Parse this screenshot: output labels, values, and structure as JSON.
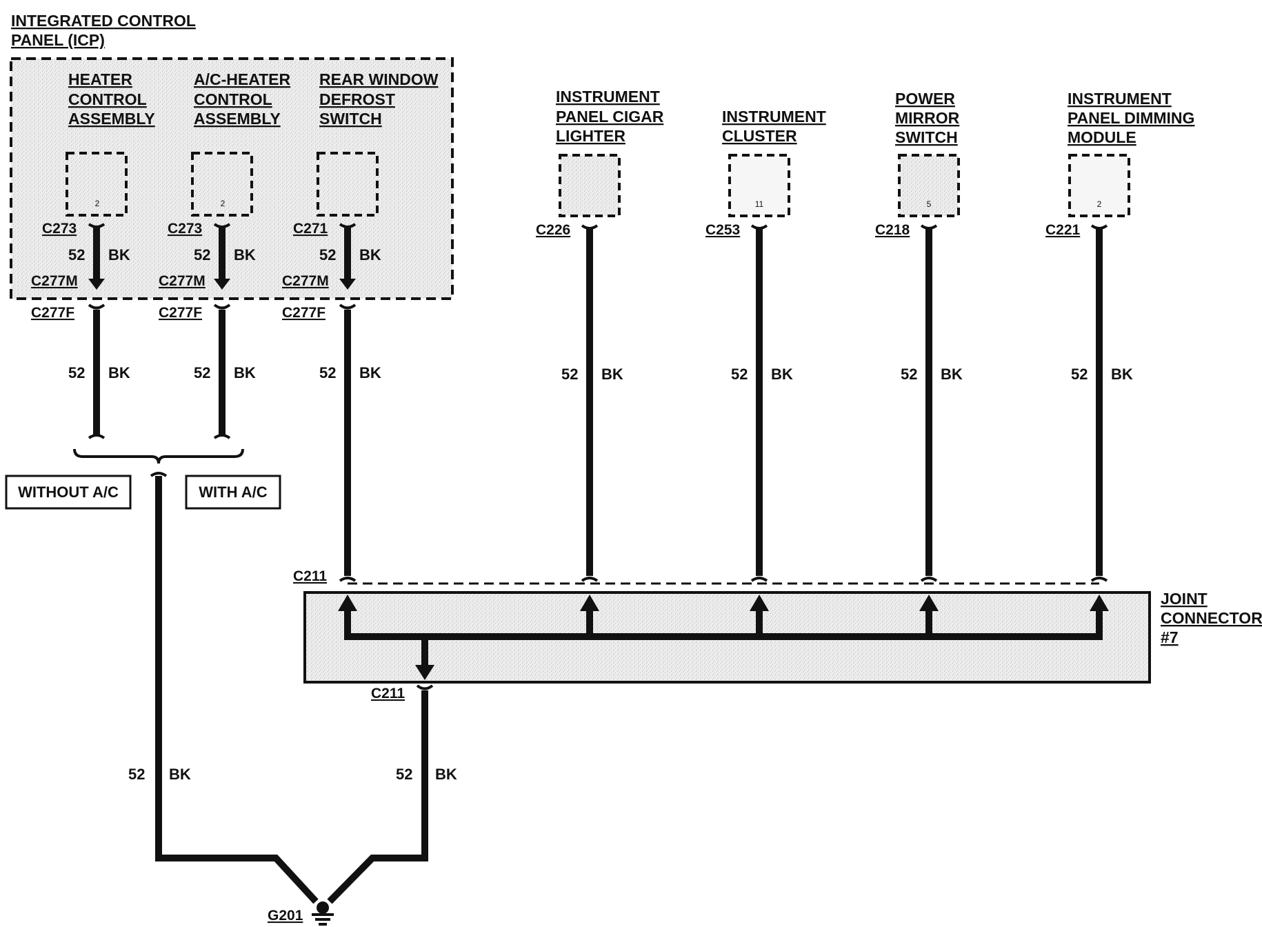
{
  "icp": {
    "title_line1": "INTEGRATED CONTROL",
    "title_line2": "PANEL (ICP)"
  },
  "components": {
    "heater_control": {
      "line1": "HEATER",
      "line2": "CONTROL",
      "line3": "ASSEMBLY",
      "pin": "2",
      "connector": "C273"
    },
    "ac_heater_control": {
      "line1": "A/C-HEATER",
      "line2": "CONTROL",
      "line3": "ASSEMBLY",
      "pin": "2",
      "connector": "C273"
    },
    "rear_defrost": {
      "line1": "REAR WINDOW",
      "line2": "DEFROST",
      "line3": "SWITCH",
      "pin": "",
      "connector": "C271"
    },
    "cigar_lighter": {
      "line1": "INSTRUMENT",
      "line2": "PANEL CIGAR",
      "line3": "LIGHTER",
      "pin": "",
      "connector": "C226"
    },
    "instrument_cluster": {
      "line1": "INSTRUMENT",
      "line2": "CLUSTER",
      "pin": "11",
      "connector": "C253"
    },
    "power_mirror": {
      "line1": "POWER",
      "line2": "MIRROR",
      "line3": "SWITCH",
      "pin": "5",
      "connector": "C218"
    },
    "dimming_module": {
      "line1": "INSTRUMENT",
      "line2": "PANEL DIMMING",
      "line3": "MODULE",
      "pin": "2",
      "connector": "C221"
    }
  },
  "wire": {
    "circuit": "52",
    "color": "BK"
  },
  "connectors": {
    "c277m": "C277M",
    "c277f": "C277F",
    "c211": "C211",
    "g201": "G201"
  },
  "options": {
    "without_ac": "WITHOUT A/C",
    "with_ac": "WITH A/C"
  },
  "joint_connector": {
    "line1": "JOINT",
    "line2": "CONNECTOR",
    "line3": "#7"
  },
  "colors": {
    "ink": "#111111",
    "panel_fill": "#e4e4e4",
    "background": "#ffffff"
  }
}
